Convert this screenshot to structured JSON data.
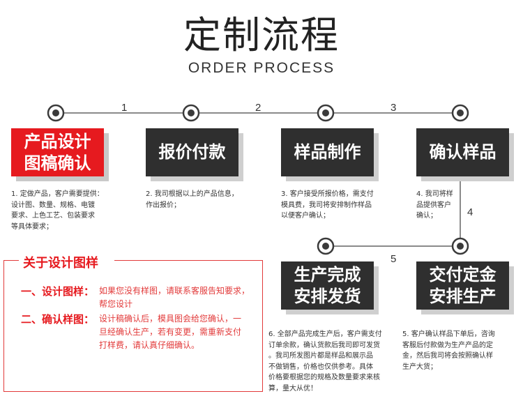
{
  "header": {
    "title": "定制流程",
    "subtitle": "ORDER PROCESS"
  },
  "steps": {
    "numbers": [
      "1",
      "2",
      "3",
      "4",
      "5"
    ],
    "step1": {
      "line1": "产品设计",
      "line2": "图稿确认"
    },
    "step2": {
      "line1": "报价付款"
    },
    "step3": {
      "line1": "样品制作"
    },
    "step4": {
      "line1": "确认样品"
    },
    "step5": {
      "line1": "交付定金",
      "line2": "安排生产"
    },
    "step6": {
      "line1": "生产完成",
      "line2": "安排发货"
    }
  },
  "descriptions": {
    "d1": [
      "1. 定做产品，客户需要提供：",
      "设计图、数量、规格、电镀",
      "要求、上色工艺、包装要求",
      "等具体要求；"
    ],
    "d2": [
      "2. 我司根据以上的产品信息，",
      "作出报价；"
    ],
    "d3": [
      "3. 客户接受所报价格，需支付",
      "模具费，我司将安排制作样品",
      "以便客户确认；"
    ],
    "d4": [
      "4. 我司将样",
      "品提供客户",
      "确认；"
    ],
    "d5": [
      "5. 客户确认样品下单后，咨询",
      "客服后付款做为生产产品的定",
      "金，然后我司将会按照确认样",
      "生产大货；"
    ],
    "d6": [
      "6. 全部产品完成生产后，客户需支付",
      "订单余款，确认货款后我司即可发货",
      "。我司所发图片都是样品和展示品",
      "不做销售，价格也仅供参考。具体",
      "价格要根据您的规格及数量要求来核",
      "算，量大从优！"
    ]
  },
  "about": {
    "title": "关于设计图样",
    "item1_label": "一、设计图样：",
    "item1_lines": [
      "如果您没有样图，请联系客服告知要求，",
      "帮您设计"
    ],
    "item2_label": "二、确认样图：",
    "item2_lines": [
      "设计稿确认后，模具图会给您确认，一",
      "旦经确认生产，若有变更，需重新支付",
      "打样费，请认真仔细确认。"
    ]
  },
  "colors": {
    "accent_red": "#e61a1f",
    "box_dark": "#2f2f2f",
    "line_gray": "#8a8a8a"
  }
}
